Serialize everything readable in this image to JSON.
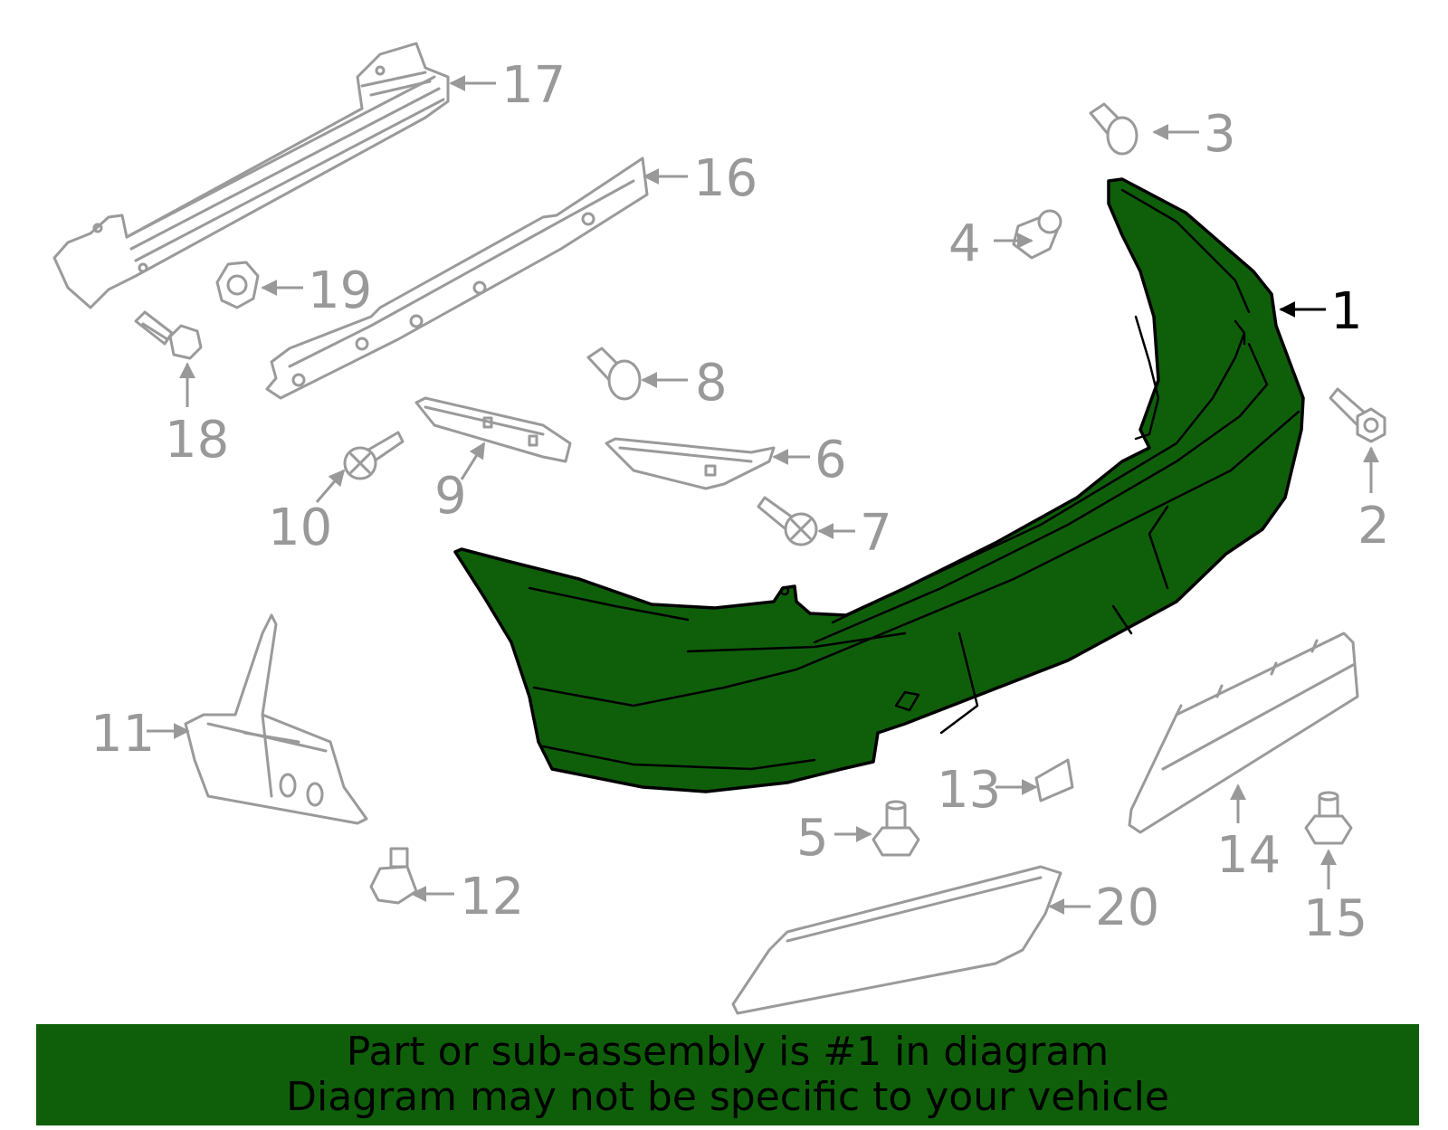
{
  "colors": {
    "highlight": "#0f5f0a",
    "line_gray": "#9a9a9a",
    "label_gray": "#999999",
    "highlight_label": "#000000"
  },
  "callouts": {
    "c1": "1",
    "c2": "2",
    "c3": "3",
    "c4": "4",
    "c5": "5",
    "c6": "6",
    "c7": "7",
    "c8": "8",
    "c9": "9",
    "c10": "10",
    "c11": "11",
    "c12": "12",
    "c13": "13",
    "c14": "14",
    "c15": "15",
    "c16": "16",
    "c17": "17",
    "c18": "18",
    "c19": "19",
    "c20": "20"
  },
  "highlighted_part": "1",
  "banner": {
    "line1": "Part or sub-assembly is #1 in diagram",
    "line2": "Diagram may not be specific to your vehicle"
  }
}
